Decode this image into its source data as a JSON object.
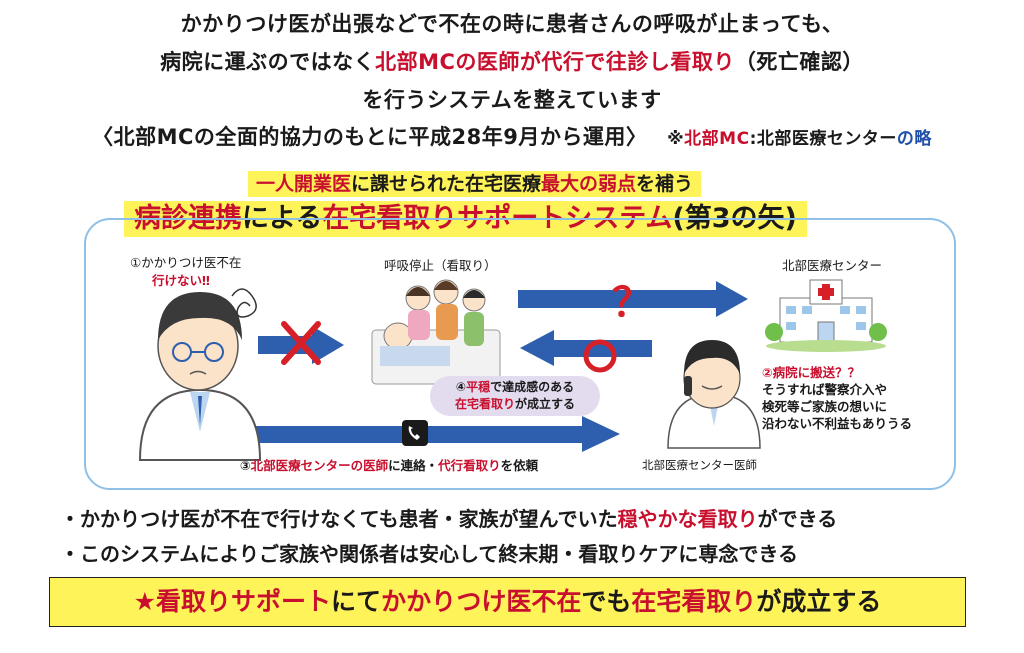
{
  "intro": {
    "line1": "かかりつけ医が出張などで不在の時に患者さんの呼吸が止まっても、",
    "line2_pre": "病院に運ぶのではなく",
    "line2_hl": "北部MCの医師が代行で往診し看取り",
    "line2_post": "（死亡確認）",
    "line3": "を行うシステムを整えています",
    "line4": "〈北部MCの全面的協力のもとに平成28年9月から運用〉",
    "note_prefix": "※",
    "note_hl": "北部MC",
    "note_mid": ":北部医療センター",
    "note_blue": "の略"
  },
  "banner1": {
    "part1": "一人開業医",
    "part2": "に課せられた在宅医療",
    "part3": "最大の弱点",
    "part4": "を補う"
  },
  "banner2": {
    "part1": "病診連携",
    "part2": "による",
    "part3": "在宅看取りサポートシステム",
    "part4": "(第3の矢)"
  },
  "diagram": {
    "step1_line1": "①かかりつけ医不在",
    "step1_line2": "行けない‼",
    "breathing_label": "呼吸停止（看取り）",
    "hospital_label": "北部医療センター",
    "question_mark": "？",
    "step2_hl": "②病院に搬送？？",
    "step2_l2": "そうすれば警察介入や",
    "step2_l3": "検死等ご家族の想いに",
    "step2_l4": "沿わない不利益もありうる",
    "step4_pre": "④",
    "step4_hl1": "平穏",
    "step4_mid": "で達成感のある",
    "step4_hl2": "在宅看取り",
    "step4_post": "が成立する",
    "step3_pre": "③",
    "step3_hl": "北部医療センターの医師",
    "step3_mid": "に連絡・",
    "step3_hl2": "代行看取り",
    "step3_post": "を依頼",
    "doctor_label": "北部医療センター医師",
    "colors": {
      "arrow": "#2e5fae",
      "red": "#c8102e",
      "box_border": "#8fc0e8",
      "highlight": "#fff35a"
    }
  },
  "bullets": [
    {
      "pre": "・かかりつけ医が不在で行けなくても患者・家族が望んでいた",
      "hl": "穏やかな看取り",
      "post": "ができる"
    },
    {
      "pre": "・このシステムによりご家族や関係者は安心して終末期・看取りケアに専念できる",
      "hl": "",
      "post": ""
    }
  ],
  "final": {
    "star": "★",
    "hl1": "看取りサポート",
    "mid1": "にて",
    "hl2": "かかりつけ医不在",
    "mid2": "でも",
    "hl3": "在宅看取り",
    "post": "が成立する"
  }
}
